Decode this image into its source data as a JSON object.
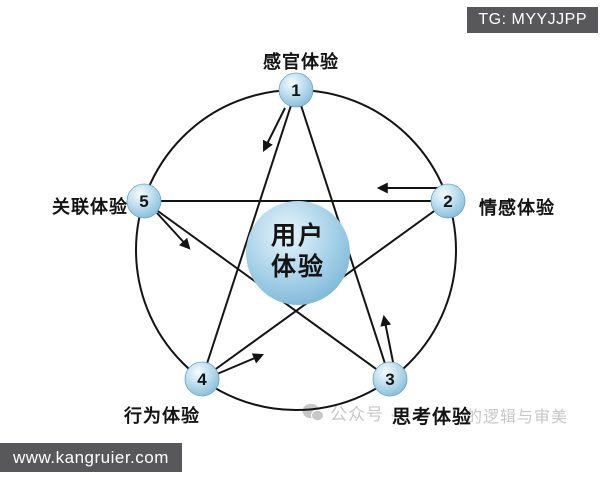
{
  "badges": {
    "top_right": "TG: MYYJJPP",
    "bottom_left": "www.kangruier.com"
  },
  "watermark": {
    "icon": "wechat-icon",
    "prefix": "公众号 ·",
    "suffix": "的逻辑与审美"
  },
  "diagram": {
    "center": {
      "line1": "用户",
      "line2": "体验"
    },
    "nodes": [
      {
        "number": "1",
        "label": "感官体验",
        "position": "top"
      },
      {
        "number": "2",
        "label": "情感体验",
        "position": "right"
      },
      {
        "number": "3",
        "label": "思考体验",
        "position": "bottom-right"
      },
      {
        "number": "4",
        "label": "行为体验",
        "position": "bottom-left"
      },
      {
        "number": "5",
        "label": "关联体验",
        "position": "left"
      }
    ],
    "connections": [
      "1-3",
      "1-4",
      "2-4",
      "2-5",
      "3-5"
    ],
    "flow_arrows": [
      "1→4",
      "2→5",
      "5→3",
      "3→1",
      "4→2"
    ],
    "colors": {
      "line": "#141414",
      "node_sphere": "#9fcbe2",
      "center_sphere": "#8fc2de",
      "badge_bg": "#58585a",
      "badge_text": "#ffffff",
      "watermark": "#c7c7c7",
      "label_text": "#141414"
    }
  }
}
